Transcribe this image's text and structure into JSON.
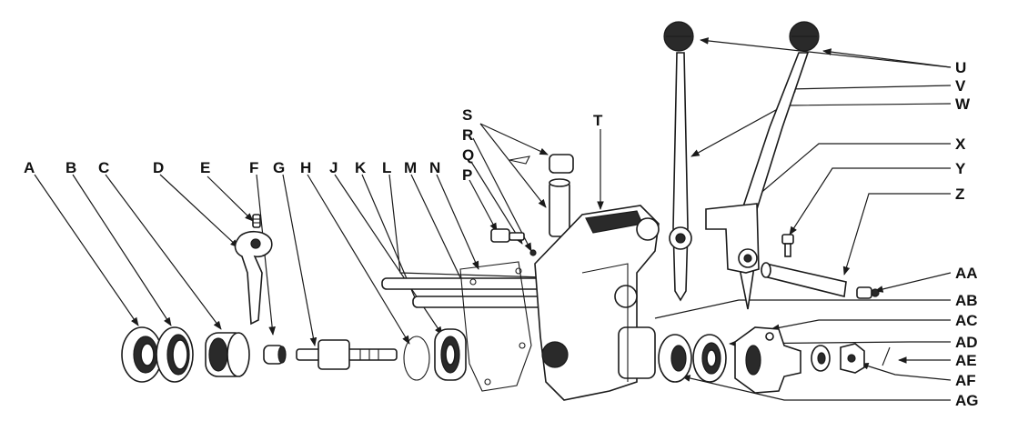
{
  "labels": {
    "A": "A",
    "B": "B",
    "C": "C",
    "D": "D",
    "E": "E",
    "F": "F",
    "G": "G",
    "H": "H",
    "J": "J",
    "K": "K",
    "L": "L",
    "M": "M",
    "N": "N",
    "P": "P",
    "Q": "Q",
    "R": "R",
    "S": "S",
    "T": "T",
    "U": "U",
    "V": "V",
    "W": "W",
    "X": "X",
    "Y": "Y",
    "Z": "Z",
    "AA": "AA",
    "AB": "AB",
    "AC": "AC",
    "AD": "AD",
    "AE": "AE",
    "AF": "AF",
    "AG": "AG"
  },
  "colors": {
    "ink": "#1a1a1a",
    "paper": "#ffffff"
  }
}
